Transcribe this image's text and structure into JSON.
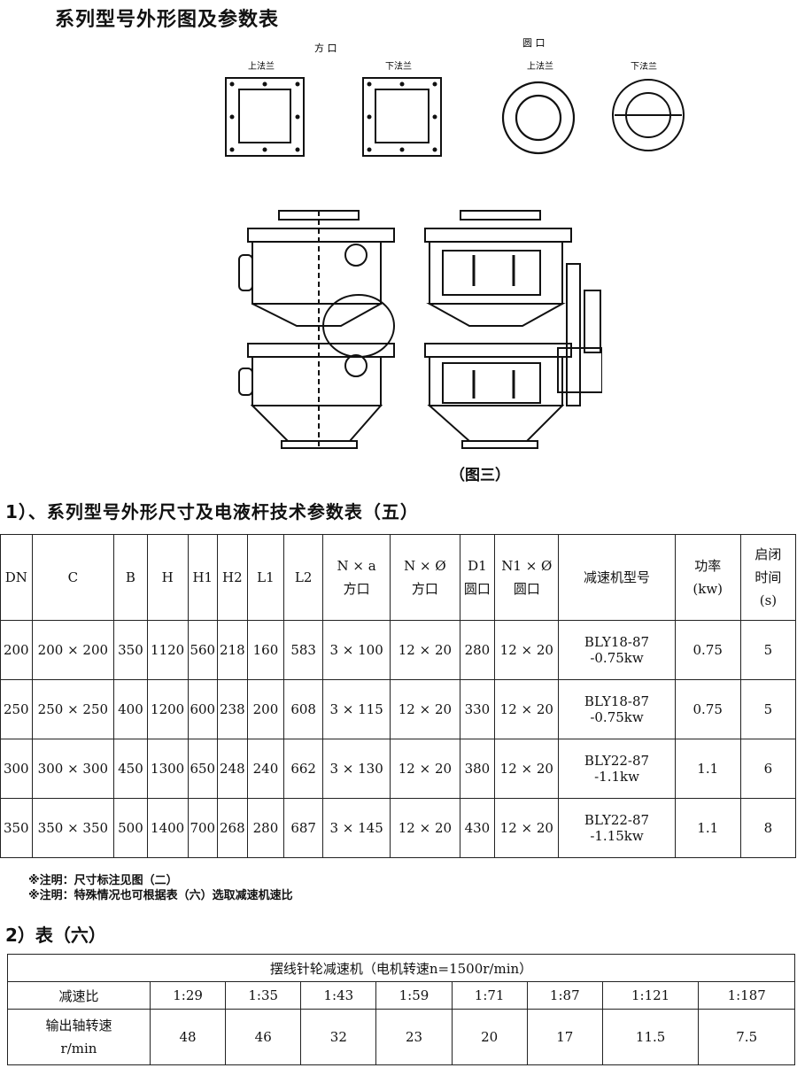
{
  "title": "系列型号外形图及参数表",
  "drawing": {
    "square_label": "方 口",
    "round_label": "圆 口",
    "upper_flange": "上法兰",
    "lower_flange": "下法兰",
    "caption": "（图三）"
  },
  "section1_title": "1）、系列型号外形尺寸及电液杆技术参数表（五）",
  "table5": {
    "headers": [
      [
        "DN"
      ],
      [
        "C"
      ],
      [
        "B"
      ],
      [
        "H"
      ],
      [
        "H1"
      ],
      [
        "H2"
      ],
      [
        "L1"
      ],
      [
        "L2"
      ],
      [
        "N × a",
        "方口"
      ],
      [
        "N × Ø",
        "方口"
      ],
      [
        "D1",
        "圆口"
      ],
      [
        "N1 × Ø",
        "圆口"
      ],
      [
        "减速机型号"
      ],
      [
        "功率",
        "(kw)"
      ],
      [
        "启闭",
        "时间",
        "(s)"
      ]
    ],
    "rows": [
      [
        "200",
        "200 × 200",
        "350",
        "1120",
        "560",
        "218",
        "160",
        "583",
        "3 × 100",
        "12 × 20",
        "280",
        "12 × 20",
        [
          "BLY18-87",
          "-0.75kw"
        ],
        "0.75",
        "5"
      ],
      [
        "250",
        "250 × 250",
        "400",
        "1200",
        "600",
        "238",
        "200",
        "608",
        "3 × 115",
        "12 × 20",
        "330",
        "12 × 20",
        [
          "BLY18-87",
          "-0.75kw"
        ],
        "0.75",
        "5"
      ],
      [
        "300",
        "300 × 300",
        "450",
        "1300",
        "650",
        "248",
        "240",
        "662",
        "3 × 130",
        "12 × 20",
        "380",
        "12 × 20",
        [
          "BLY22-87",
          "-1.1kw"
        ],
        "1.1",
        "6"
      ],
      [
        "350",
        "350 × 350",
        "500",
        "1400",
        "700",
        "268",
        "280",
        "687",
        "3 × 145",
        "12 × 20",
        "430",
        "12 × 20",
        [
          "BLY22-87",
          "-1.15kw"
        ],
        "1.1",
        "8"
      ]
    ]
  },
  "notes": [
    "※注明：尺寸标注见图（二）",
    "※注明：特殊情况也可根据表（六）选取减速机速比"
  ],
  "section2_title": "2）表（六）",
  "table6": {
    "caption": "摆线针轮减速机（电机转速n=1500r/min）",
    "ratio_label": "减速比",
    "ratios": [
      "1:29",
      "1:35",
      "1:43",
      "1:59",
      "1:71",
      "1:87",
      "1:121",
      "1:187"
    ],
    "speed_label": [
      "输出轴转速",
      "r/min"
    ],
    "speeds": [
      "48",
      "46",
      "32",
      "23",
      "20",
      "17",
      "11.5",
      "7.5"
    ]
  }
}
